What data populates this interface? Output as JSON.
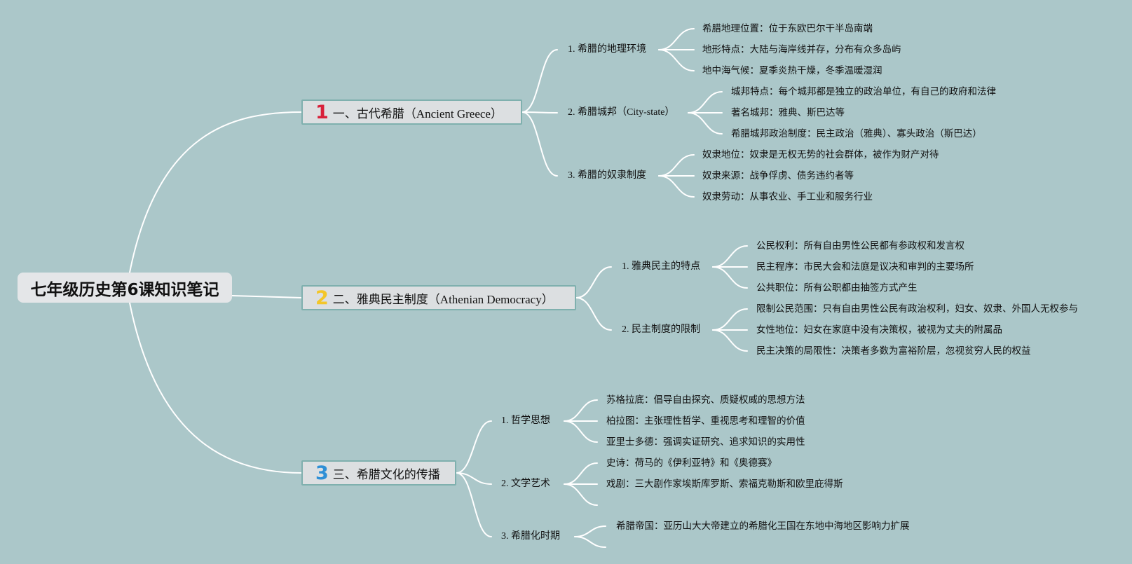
{
  "root": {
    "title": "七年级历史第6课知识笔记"
  },
  "topics": [
    {
      "number": "1",
      "number_color": "#d8203a",
      "title": "一、古代希腊（Ancient Greece）",
      "subs": [
        {
          "title": "1. 希腊的地理环境",
          "items": [
            "希腊地理位置：位于东欧巴尔干半岛南端",
            "地形特点：大陆与海岸线并存，分布有众多岛屿",
            "地中海气候：夏季炎热干燥，冬季温暖湿润"
          ]
        },
        {
          "title": "2. 希腊城邦（City-state）",
          "items": [
            "城邦特点：每个城邦都是独立的政治单位，有自己的政府和法律",
            "著名城邦：雅典、斯巴达等",
            "希腊城邦政治制度：民主政治（雅典）、寡头政治（斯巴达）"
          ]
        },
        {
          "title": "3. 希腊的奴隶制度",
          "items": [
            "奴隶地位：奴隶是无权无势的社会群体，被作为财产对待",
            "奴隶来源：战争俘虏、债务违约者等",
            "奴隶劳动：从事农业、手工业和服务行业"
          ]
        }
      ]
    },
    {
      "number": "2",
      "number_color": "#f3c629",
      "title": "二、雅典民主制度（Athenian Democracy）",
      "subs": [
        {
          "title": "1. 雅典民主的特点",
          "items": [
            "公民权利：所有自由男性公民都有参政权和发言权",
            "民主程序：市民大会和法庭是议决和审判的主要场所",
            "公共职位：所有公职都由抽签方式产生"
          ]
        },
        {
          "title": "2. 民主制度的限制",
          "items": [
            "限制公民范围：只有自由男性公民有政治权利，妇女、奴隶、外国人无权参与",
            "女性地位：妇女在家庭中没有决策权，被视为丈夫的附属品",
            "民主决策的局限性：决策者多数为富裕阶层，忽视贫穷人民的权益"
          ]
        }
      ]
    },
    {
      "number": "3",
      "number_color": "#2e8fd6",
      "title": "三、希腊文化的传播",
      "subs": [
        {
          "title": "1. 哲学思想",
          "items": [
            "苏格拉底：倡导自由探究、质疑权威的思想方法",
            "柏拉图：主张理性哲学、重视思考和理智的价值",
            "亚里士多德：强调实证研究、追求知识的实用性"
          ]
        },
        {
          "title": "2. 文学艺术",
          "items": [
            "史诗：荷马的《伊利亚特》和《奥德赛》",
            "戏剧：三大剧作家埃斯库罗斯、索福克勒斯和欧里庇得斯",
            ""
          ]
        },
        {
          "title": "3. 希腊化时期",
          "items": [
            "希腊帝国：亚历山大大帝建立的希腊化王国在东地中海地区影响力扩展",
            ""
          ]
        }
      ]
    }
  ]
}
